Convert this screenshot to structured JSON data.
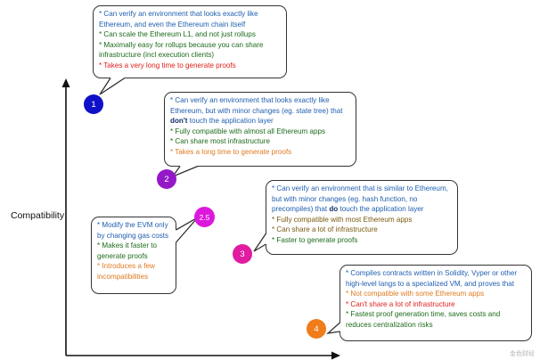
{
  "y_axis_label": "Compatibility",
  "colors": {
    "dot_1": "#1010c8",
    "dot_2": "#9418c8",
    "dot_2_5": "#dd18dd",
    "dot_3": "#e01ca0",
    "dot_4": "#f07c1a"
  },
  "points": [
    {
      "label": "1",
      "lines": [
        {
          "text": "* Can verify an environment that looks exactly like Ethereum, and even the Ethereum chain itself",
          "tone": "blue"
        },
        {
          "text": "* Can scale the Ethereum L1, and not just rollups",
          "tone": "green"
        },
        {
          "text": "* Maximally easy for rollups because you can share infrastructure (incl execution clients)",
          "tone": "green"
        },
        {
          "text": "* Takes a very long time to generate proofs",
          "tone": "red"
        }
      ]
    },
    {
      "label": "2",
      "lines": [
        {
          "pre": "* Can verify an environment that looks exactly like Ethereum, but with minor changes (eg. state tree) that ",
          "bold": "don't",
          "post": " touch the application layer",
          "tone": "blue"
        },
        {
          "text": "* Fully compatible with almost all Ethereum apps",
          "tone": "green"
        },
        {
          "text": "* Can share most infrastructure",
          "tone": "green"
        },
        {
          "text": "* Takes a long time to generate proofs",
          "tone": "orange"
        }
      ]
    },
    {
      "label": "2.5",
      "lines": [
        {
          "text": "* Modify the EVM only by changing gas costs",
          "tone": "blue"
        },
        {
          "text": "* Makes it faster to generate proofs",
          "tone": "green"
        },
        {
          "text": "* Introduces a few incompatibilities",
          "tone": "orange"
        }
      ]
    },
    {
      "label": "3",
      "lines": [
        {
          "pre": "* Can verify an environment that is similar to Ethereum, but with minor changes (eg. hash function, no precompiles) that ",
          "bold": "do",
          "post": " touch the application layer",
          "tone": "blue"
        },
        {
          "text": "* Fully compatible with most Ethereum apps",
          "tone": "olive"
        },
        {
          "text": "* Can share a lot of infrastructure",
          "tone": "olive"
        },
        {
          "text": "* Faster to generate proofs",
          "tone": "green"
        }
      ]
    },
    {
      "label": "4",
      "lines": [
        {
          "text": "* Compiles contracts written in Solidity, Vyper or other high-level langs to a specialized VM, and proves that",
          "tone": "blue"
        },
        {
          "text": "* Not compatible with some Ethereum apps",
          "tone": "orange"
        },
        {
          "text": "* Can't share a lot of infrastructure",
          "tone": "red"
        },
        {
          "text": "* Fastest proof generation time, saves costs and reduces centralization risks",
          "tone": "green"
        }
      ]
    }
  ],
  "watermark": "金色财经"
}
